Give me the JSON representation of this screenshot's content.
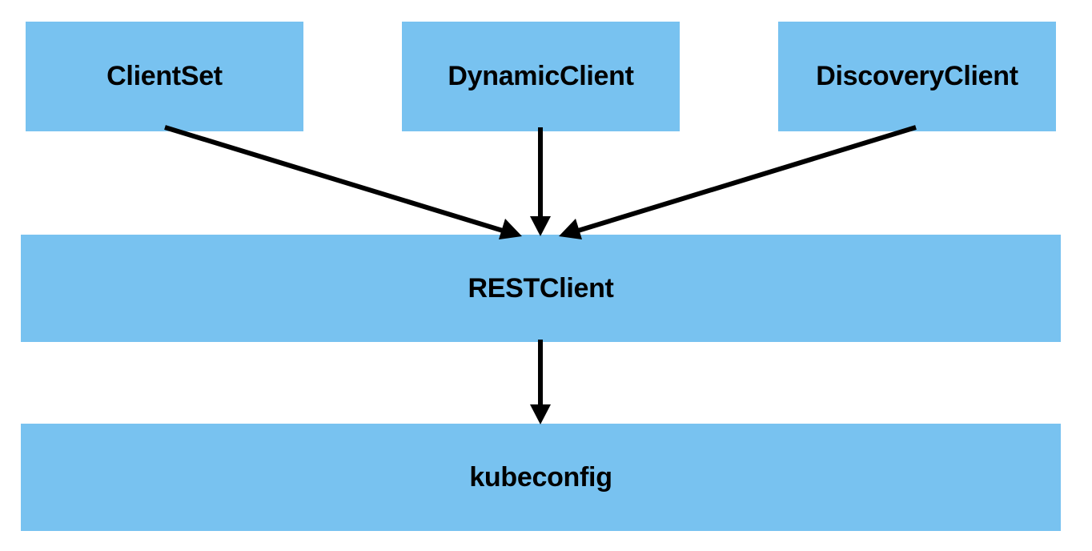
{
  "nodes": {
    "clientset": "ClientSet",
    "dynamic_client": "DynamicClient",
    "discovery_client": "DiscoveryClient",
    "rest_client": "RESTClient",
    "kubeconfig": "kubeconfig"
  },
  "edges": [
    {
      "from": "ClientSet",
      "to": "RESTClient"
    },
    {
      "from": "DynamicClient",
      "to": "RESTClient"
    },
    {
      "from": "DiscoveryClient",
      "to": "RESTClient"
    },
    {
      "from": "RESTClient",
      "to": "kubeconfig"
    }
  ],
  "colors": {
    "node_fill": "#78C2F0",
    "edge": "#000000",
    "text": "#000000"
  }
}
